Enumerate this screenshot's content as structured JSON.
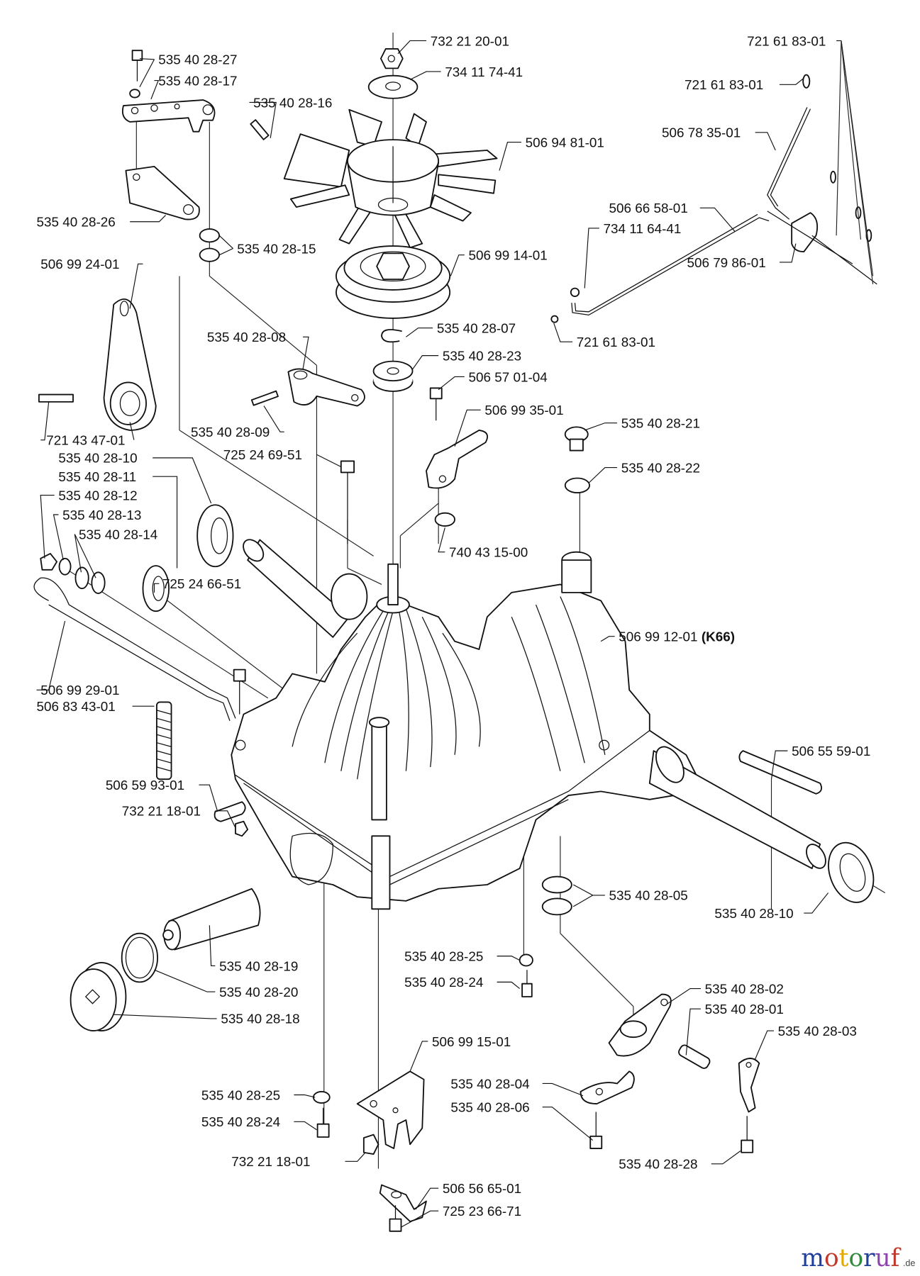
{
  "callouts": [
    "732 21 20-01",
    "734 11 74-41",
    "535 40 28-27",
    "535 40 28-17",
    "535 40 28-16",
    "506 94 81-01",
    "535 40 28-26",
    "535 40 28-15",
    "506 99 24-01",
    "506 99 14-01",
    "721 61 83-01",
    "721 61 83-01",
    "506 78 35-01",
    "506 66 58-01",
    "734 11 64-41",
    "506 79 86-01",
    "721 61 83-01",
    "535 40 28-07",
    "535 40 28-08",
    "535 40 28-23",
    "506 57 01-04",
    "506 99 35-01",
    "535 40 28-09",
    "721 43 47-01",
    "535 40 28-10",
    "725 24 69-51",
    "535 40 28-21",
    "535 40 28-11",
    "535 40 28-22",
    "535 40 28-12",
    "535 40 28-13",
    "535 40 28-14",
    "740 43 15-00",
    "725 24 66-51",
    "506 99 12-01",
    "506 99 29-01",
    "506 83 43-01",
    "506 55 59-01",
    "506 59 93-01",
    "732 21 18-01",
    "535 40 28-05",
    "535 40 28-10",
    "535 40 28-25",
    "535 40 28-19",
    "535 40 28-24",
    "535 40 28-02",
    "535 40 28-20",
    "535 40 28-01",
    "535 40 28-18",
    "535 40 28-03",
    "506 99 15-01",
    "535 40 28-04",
    "535 40 28-25",
    "535 40 28-06",
    "535 40 28-24",
    "732 21 18-01",
    "535 40 28-28",
    "506 56 65-01",
    "725 23 66-71"
  ],
  "housing_suffix": "(K66)",
  "watermark": {
    "text_main": "motoruf",
    "text_tld": ".de",
    "colors": [
      "#1f3f9a",
      "#c0392b",
      "#e6a800",
      "#2e8b3a",
      "#1f3f9a",
      "#8e44ad",
      "#c0392b"
    ]
  }
}
